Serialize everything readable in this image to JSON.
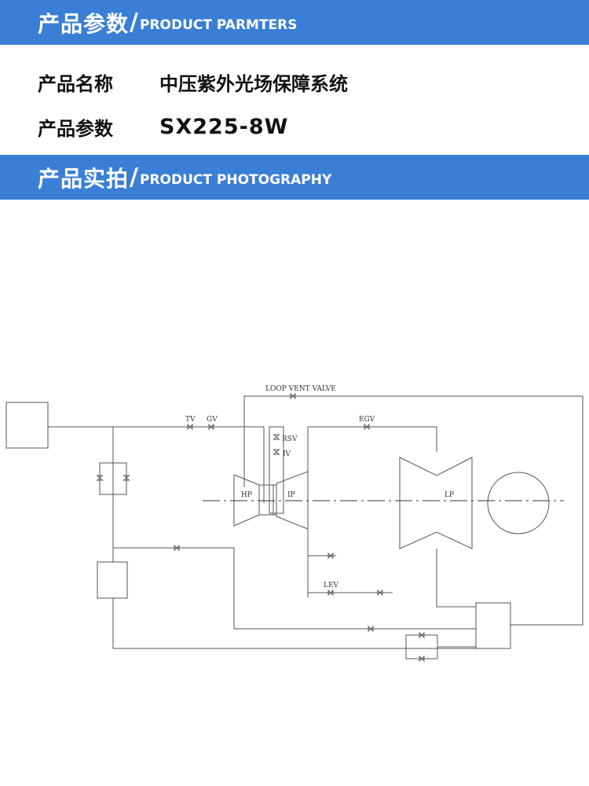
{
  "header": {
    "params_zh": "产品参数",
    "params_en": "PRODUCT PARMTERS",
    "photo_zh": "产品实拍",
    "photo_en": "PRODUCT PHOTOGRAPHY",
    "separator": "/"
  },
  "product": {
    "name_label": "产品名称",
    "name_value": "中压紫外光场保障系统",
    "params_label": "产品参数",
    "params_value": "SX225-8W"
  },
  "diagram": {
    "labels": {
      "loop_vent_valve": "LOOP VENT VALVE",
      "tv": "TV",
      "gv": "GV",
      "egv": "EGV",
      "rsv": "RSV",
      "iv": "IV",
      "hp": "HP",
      "ip": "IP",
      "lp": "LP",
      "lev": "LEV"
    },
    "colors": {
      "line": "#555555",
      "banner": "#3a7fd5"
    }
  }
}
